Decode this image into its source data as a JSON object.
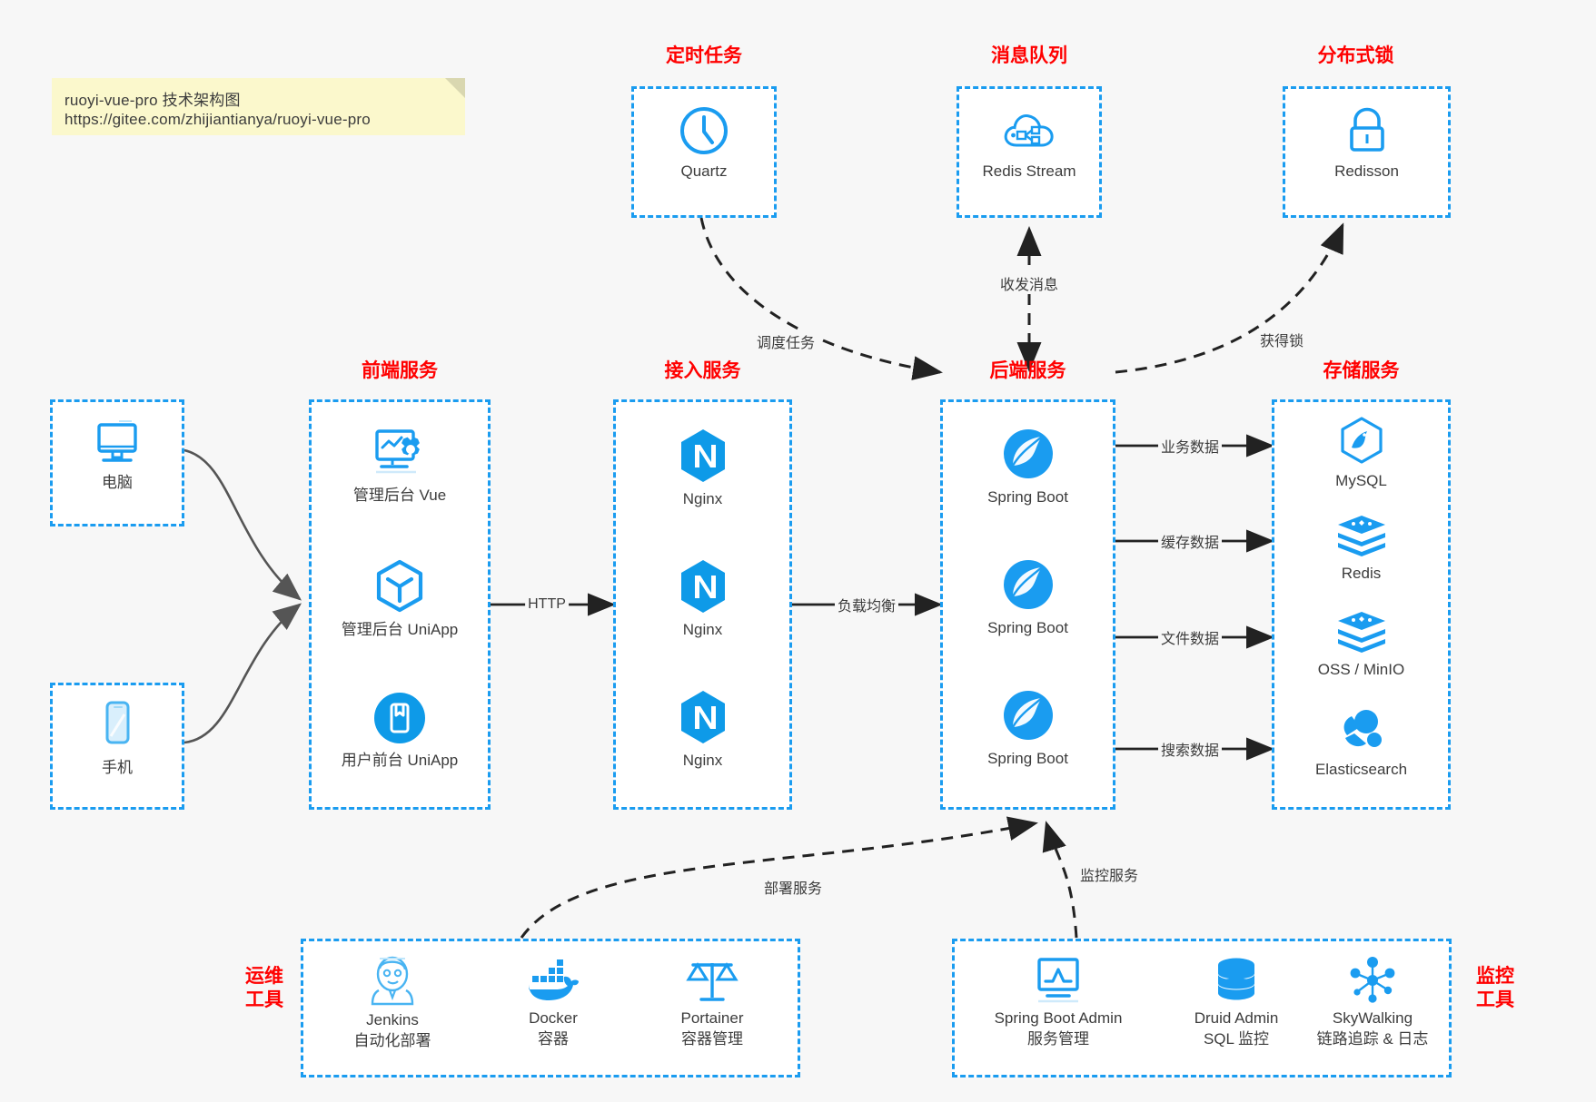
{
  "note": {
    "line1": "ruoyi-vue-pro 技术架构图",
    "line2": "https://gitee.com/zhijiantianya/ruoyi-vue-pro"
  },
  "colors": {
    "box_border": "#1a9cf0",
    "group_title": "#ff0000",
    "icon_blue": "#1a9cf0",
    "text": "#3c3c3c",
    "background": "#f7f7f7",
    "arrow": "#222222",
    "device_arrow": "#555555"
  },
  "groups": {
    "scheduler": {
      "title": "定时任务",
      "nodes": [
        {
          "label": "Quartz",
          "icon": "clock-icon"
        }
      ]
    },
    "message_queue": {
      "title": "消息队列",
      "nodes": [
        {
          "label": "Redis Stream",
          "icon": "cloud-stream-icon"
        }
      ]
    },
    "distributed_lock": {
      "title": "分布式锁",
      "nodes": [
        {
          "label": "Redisson",
          "icon": "lock-icon"
        }
      ]
    },
    "device_pc": {
      "title": "",
      "nodes": [
        {
          "label": "电脑",
          "icon": "desktop-icon"
        }
      ]
    },
    "device_phone": {
      "title": "",
      "nodes": [
        {
          "label": "手机",
          "icon": "mobile-icon"
        }
      ]
    },
    "frontend": {
      "title": "前端服务",
      "nodes": [
        {
          "label": "管理后台 Vue",
          "icon": "dashboard-settings-icon"
        },
        {
          "label": "管理后台 UniApp",
          "icon": "cube-icon"
        },
        {
          "label": "用户前台 UniApp",
          "icon": "app-circle-icon"
        }
      ]
    },
    "gateway": {
      "title": "接入服务",
      "nodes": [
        {
          "label": "Nginx",
          "icon": "nginx-icon"
        },
        {
          "label": "Nginx",
          "icon": "nginx-icon"
        },
        {
          "label": "Nginx",
          "icon": "nginx-icon"
        }
      ]
    },
    "backend": {
      "title": "后端服务",
      "nodes": [
        {
          "label": "Spring Boot",
          "icon": "spring-boot-icon"
        },
        {
          "label": "Spring Boot",
          "icon": "spring-boot-icon"
        },
        {
          "label": "Spring Boot",
          "icon": "spring-boot-icon"
        }
      ]
    },
    "storage": {
      "title": "存储服务",
      "nodes": [
        {
          "label": "MySQL",
          "icon": "mysql-icon"
        },
        {
          "label": "Redis",
          "icon": "redis-stack-icon"
        },
        {
          "label": "OSS / MinIO",
          "icon": "oss-stack-icon"
        },
        {
          "label": "Elasticsearch",
          "icon": "elasticsearch-icon"
        }
      ]
    },
    "devops": {
      "title": "运维\n工具",
      "title_line1": "运维",
      "title_line2": "工具",
      "nodes": [
        {
          "label": "Jenkins",
          "sublabel": "自动化部署",
          "icon": "jenkins-icon"
        },
        {
          "label": "Docker",
          "sublabel": "容器",
          "icon": "docker-icon"
        },
        {
          "label": "Portainer",
          "sublabel": "容器管理",
          "icon": "scales-icon"
        }
      ]
    },
    "monitoring": {
      "title_line1": "监控",
      "title_line2": "工具",
      "nodes": [
        {
          "label": "Spring Boot Admin",
          "sublabel": "服务管理",
          "icon": "monitor-chart-icon"
        },
        {
          "label": "Druid Admin",
          "sublabel": "SQL 监控",
          "icon": "database-icon"
        },
        {
          "label": "SkyWalking",
          "sublabel": "链路追踪 & 日志",
          "icon": "skywalking-icon"
        }
      ]
    }
  },
  "edges": [
    {
      "label": "调度任务",
      "from": "scheduler",
      "to": "backend",
      "style": "dashed"
    },
    {
      "label": "收发消息",
      "from": "backend",
      "to": "message_queue",
      "style": "dashed-bidirectional"
    },
    {
      "label": "获得锁",
      "from": "backend",
      "to": "distributed_lock",
      "style": "dashed"
    },
    {
      "label": "HTTP",
      "from": "frontend",
      "to": "gateway",
      "style": "solid"
    },
    {
      "label": "负载均衡",
      "from": "gateway",
      "to": "backend",
      "style": "solid"
    },
    {
      "label": "业务数据",
      "from": "backend",
      "to": "storage",
      "style": "solid"
    },
    {
      "label": "缓存数据",
      "from": "backend",
      "to": "storage",
      "style": "solid"
    },
    {
      "label": "文件数据",
      "from": "backend",
      "to": "storage",
      "style": "solid"
    },
    {
      "label": "搜索数据",
      "from": "backend",
      "to": "storage",
      "style": "solid"
    },
    {
      "label": "部署服务",
      "from": "devops",
      "to": "backend",
      "style": "dashed"
    },
    {
      "label": "监控服务",
      "from": "monitoring",
      "to": "backend",
      "style": "dashed"
    }
  ]
}
